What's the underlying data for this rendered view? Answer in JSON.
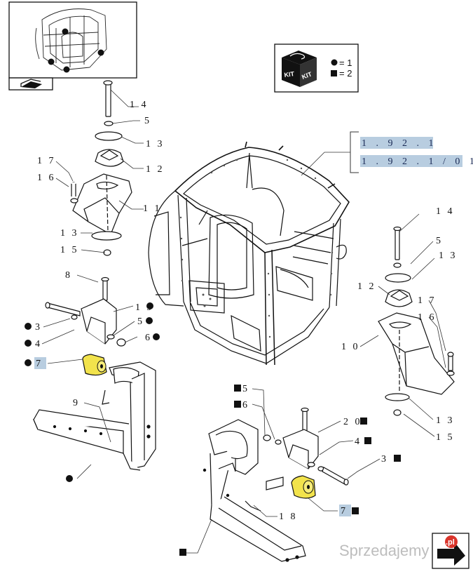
{
  "legend": {
    "kit_word_1": "KIT",
    "kit_word_2": "KIT",
    "circle_text": "= 1",
    "square_text": "= 2"
  },
  "references": [
    "1 . 9 2 . 1",
    "1 . 9 2 . 1 / 0 1"
  ],
  "labels": {
    "l14a": "1 4",
    "l5a": "5",
    "l13a": "1 3",
    "l12a": "1 2",
    "l17a": "1 7",
    "l16a": "1 6",
    "l11": "1 1",
    "l13b": "1 3",
    "l15a": "1 5",
    "l8": "8",
    "l19": "1 9",
    "l3a": "3",
    "l4a": "4",
    "l5b": "5",
    "l6a": "6",
    "l7a": "7",
    "l9": "9",
    "l14b": "1 4",
    "l5c": "5",
    "l13c": "1 3",
    "l12b": "1 2",
    "l17b": "1 7",
    "l16b": "1 6",
    "l10": "1 0",
    "l13d": "1 3",
    "l15b": "1 5",
    "l5d": "5",
    "l6b": "6",
    "l20": "2 0",
    "l4b": "4",
    "l3b": "3",
    "l7b": "7",
    "l18": "1 8"
  },
  "watermark": {
    "text": "Sprzedajemy",
    "logo": ".pl"
  }
}
